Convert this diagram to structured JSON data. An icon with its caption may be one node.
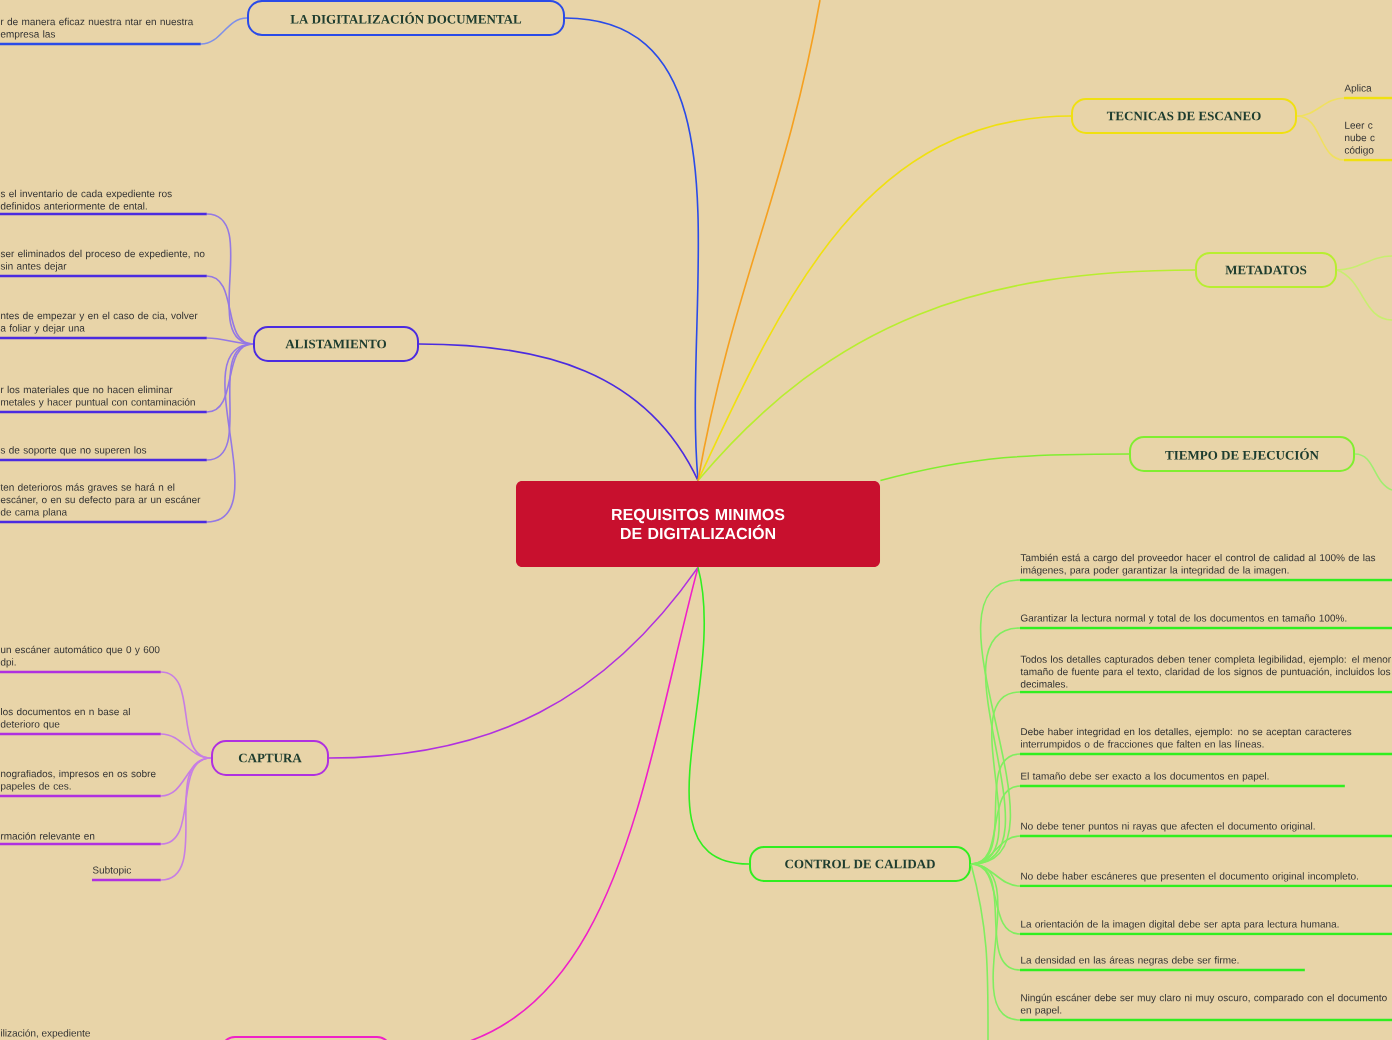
{
  "diagram": {
    "nodes": [
      {
        "text": [
          "REQUISITOS MINIMOS DE DIGITALIZACIÓN"
        ]
      },
      {
        "text": [
          "LA DIGITALIZACIÓN DOCUMENTAL"
        ]
      },
      {
        "text": [
          "r de manera eficaz nuestra ntar en nuestra empresa las"
        ]
      },
      {
        "text": [
          "ALISTAMIENTO"
        ]
      },
      {
        "text": [
          "s el inventario de cada expediente ros definidos anteriormente de ental."
        ]
      },
      {
        "text": [
          "ser eliminados del proceso de expediente, no sin antes dejar"
        ]
      },
      {
        "text": [
          "ntes de empezar y en el caso de cia, volver a foliar y dejar una"
        ]
      },
      {
        "text": [
          "r los materiales que no hacen eliminar metales y hacer puntual con contaminación"
        ]
      },
      {
        "text": [
          "s de soporte que no superen los"
        ]
      },
      {
        "text": [
          "ten deterioros más graves se hará n el escáner, o en su defecto para ar un escáner de cama plana"
        ]
      },
      {
        "text": [
          "CAPTURA"
        ]
      },
      {
        "text": [
          "un escáner automático que 0 y 600 dpi."
        ]
      },
      {
        "text": [
          "los documentos en n base al deterioro que"
        ]
      },
      {
        "text": [
          "nografiados, impresos en os sobre papeles de ces."
        ]
      },
      {
        "text": [
          "rmación relevante en"
        ]
      },
      {
        "text": [
          "Subtopic"
        ]
      },
      {
        "text": [],
        "shape": "box"
      },
      {
        "text": [
          "TECNICAS DE ESCANEO"
        ]
      },
      {
        "text": [
          "Aplica"
        ]
      },
      {
        "text": [
          "Leer c nube c código"
        ]
      },
      {
        "text": [
          "METADATOS"
        ]
      },
      {
        "text": [
          "TIEMPO DE EJECUCIÓN"
        ]
      },
      {
        "text": [
          "CONTROL DE CALIDAD"
        ]
      },
      {
        "text": [
          "También está a cargo del proveedor hacer el control de calidad al 100% de las imágenes, para poder garantizar la integridad de la imagen."
        ]
      },
      {
        "text": [
          "Garantizar la lectura normal y total de los documentos en tamaño 100%."
        ]
      },
      {
        "text": [
          "Todos los detalles capturados deben tener completa legibilidad, ejemplo: el menor tamaño de fuente para el texto, claridad de los signos de puntuación, incluidos los decimales."
        ]
      },
      {
        "text": [
          "Debe haber integridad en los detalles, ejemplo: no se aceptan caracteres interrumpidos o de fracciones que falten en las líneas."
        ]
      },
      {
        "text": [
          "El tamaño debe ser exacto a los documentos en papel."
        ]
      },
      {
        "text": [
          "No debe tener puntos ni rayas que afecten el documento original."
        ]
      },
      {
        "text": [
          "No debe haber escáneres que presenten el documento original incompleto."
        ]
      },
      {
        "text": [
          "La orientación de la imagen digital debe ser apta para lectura humana."
        ]
      },
      {
        "text": [
          "La densidad en las áreas negras debe ser firme."
        ]
      },
      {
        "text": [
          "Ningún escáner debe ser muy claro ni muy oscuro, comparado con el documento en papel."
        ]
      }
    ],
    "edges": [
      {
        "from": 0,
        "to": 1,
        "arrow": "none",
        "color": "#2a4be8"
      },
      {
        "from": 1,
        "to": 2,
        "arrow": "none",
        "color": "#7f90e8"
      },
      {
        "from": 0,
        "to": 3,
        "arrow": "none",
        "color": "#4b2be0"
      },
      {
        "from": 3,
        "to": 4,
        "arrow": "none",
        "color": "#9478e4"
      },
      {
        "from": 3,
        "to": 5,
        "arrow": "none",
        "color": "#9478e4"
      },
      {
        "from": 3,
        "to": 6,
        "arrow": "none",
        "color": "#9478e4"
      },
      {
        "from": 3,
        "to": 7,
        "arrow": "none",
        "color": "#9478e4"
      },
      {
        "from": 3,
        "to": 8,
        "arrow": "none",
        "color": "#9478e4"
      },
      {
        "from": 3,
        "to": 9,
        "arrow": "none",
        "color": "#9478e4"
      },
      {
        "from": 0,
        "to": 10,
        "arrow": "none",
        "color": "#b030e0"
      },
      {
        "from": 10,
        "to": 11,
        "arrow": "none",
        "color": "#c77ee4"
      },
      {
        "from": 10,
        "to": 12,
        "arrow": "none",
        "color": "#c77ee4"
      },
      {
        "from": 10,
        "to": 13,
        "arrow": "none",
        "color": "#c77ee4"
      },
      {
        "from": 10,
        "to": 14,
        "arrow": "none",
        "color": "#c77ee4"
      },
      {
        "from": 10,
        "to": 15,
        "arrow": "none",
        "color": "#c77ee4"
      },
      {
        "from": 0,
        "to": 16,
        "arrow": "none",
        "color": "#f020c8"
      },
      {
        "from": 0,
        "to": 17,
        "arrow": "none",
        "color": "#f0e010"
      },
      {
        "from": 17,
        "to": 18,
        "arrow": "none",
        "color": "#f0e060"
      },
      {
        "from": 17,
        "to": 19,
        "arrow": "none",
        "color": "#f0e060"
      },
      {
        "from": 0,
        "to": 20,
        "arrow": "none",
        "color": "#b8ee30"
      },
      {
        "from": 20,
        "to": null,
        "arrow": "none",
        "color": "#c8ee70"
      },
      {
        "from": 20,
        "to": null,
        "arrow": "none",
        "color": "#c8ee70"
      },
      {
        "from": 0,
        "to": 21,
        "arrow": "none",
        "color": "#80ee30"
      },
      {
        "from": 21,
        "to": null,
        "arrow": "none",
        "color": "#a0ee70"
      },
      {
        "from": 0,
        "to": 22,
        "arrow": "none",
        "color": "#30ee20"
      },
      {
        "from": 22,
        "to": 23,
        "arrow": "none",
        "color": "#80ee60"
      },
      {
        "from": 22,
        "to": 24,
        "arrow": "none",
        "color": "#80ee60"
      },
      {
        "from": 22,
        "to": 25,
        "arrow": "none",
        "color": "#80ee60"
      },
      {
        "from": 22,
        "to": 26,
        "arrow": "none",
        "color": "#80ee60"
      },
      {
        "from": 22,
        "to": 27,
        "arrow": "none",
        "color": "#80ee60"
      },
      {
        "from": 22,
        "to": 28,
        "arrow": "none",
        "color": "#80ee60"
      },
      {
        "from": 22,
        "to": 29,
        "arrow": "none",
        "color": "#80ee60"
      },
      {
        "from": 22,
        "to": 30,
        "arrow": "none",
        "color": "#80ee60"
      },
      {
        "from": 22,
        "to": 31,
        "arrow": "none",
        "color": "#80ee60"
      },
      {
        "from": 22,
        "to": 32,
        "arrow": "none",
        "color": "#80ee60"
      },
      {
        "from": 22,
        "to": null,
        "arrow": "none",
        "color": "#80ee60"
      },
      {
        "from": 0,
        "to": null,
        "arrow": "none",
        "color": "#f5a020"
      }
    ],
    "labels": [
      "ilización, expediente"
    ]
  }
}
